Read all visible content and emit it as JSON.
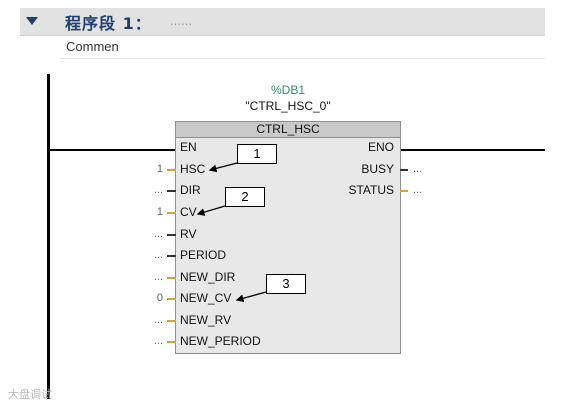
{
  "network": {
    "title": "程序段 1：",
    "title_placeholder": "……",
    "comment": "Commen"
  },
  "block": {
    "db_number": "%DB1",
    "instance": "\"CTRL_HSC_0\"",
    "type": "CTRL_HSC",
    "inputs": [
      {
        "name": "EN",
        "value": ""
      },
      {
        "name": "HSC",
        "value": "1"
      },
      {
        "name": "DIR",
        "value": "..."
      },
      {
        "name": "CV",
        "value": "1"
      },
      {
        "name": "RV",
        "value": "..."
      },
      {
        "name": "PERIOD",
        "value": "..."
      },
      {
        "name": "NEW_DIR",
        "value": "..."
      },
      {
        "name": "NEW_CV",
        "value": "0"
      },
      {
        "name": "NEW_RV",
        "value": "..."
      },
      {
        "name": "NEW_PERIOD",
        "value": "..."
      }
    ],
    "outputs": [
      {
        "name": "ENO",
        "value": ""
      },
      {
        "name": "BUSY",
        "value": "..."
      },
      {
        "name": "STATUS",
        "value": "..."
      }
    ]
  },
  "callouts": [
    "1",
    "2",
    "3"
  ],
  "watermark": "大盘调试",
  "colors": {
    "header_bg": "#e2e2e2",
    "title": "#1f3f6e",
    "db_label": "#2f8f6a",
    "pin_wire": "#d6a531"
  }
}
